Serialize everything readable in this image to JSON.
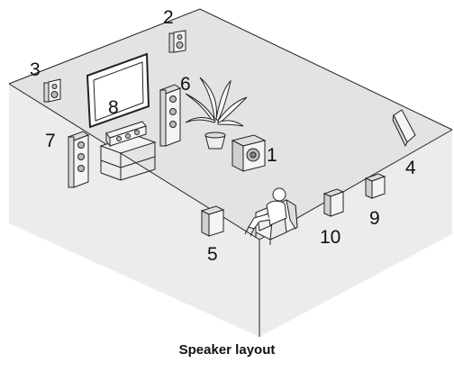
{
  "caption": "Speaker layout",
  "speakers": [
    {
      "number": "1",
      "kind": "subwoofer"
    },
    {
      "number": "2",
      "kind": "surround-back-high"
    },
    {
      "number": "3",
      "kind": "height-left"
    },
    {
      "number": "4",
      "kind": "height-right"
    },
    {
      "number": "5",
      "kind": "surround-left"
    },
    {
      "number": "6",
      "kind": "front-right"
    },
    {
      "number": "7",
      "kind": "front-left"
    },
    {
      "number": "8",
      "kind": "center"
    },
    {
      "number": "9",
      "kind": "surround-right"
    },
    {
      "number": "10",
      "kind": "surround-back"
    }
  ],
  "colors": {
    "wall": "#e6e6e6",
    "floor": "#ebebeb",
    "line": "#222222",
    "speaker": "#f4f4f4"
  }
}
